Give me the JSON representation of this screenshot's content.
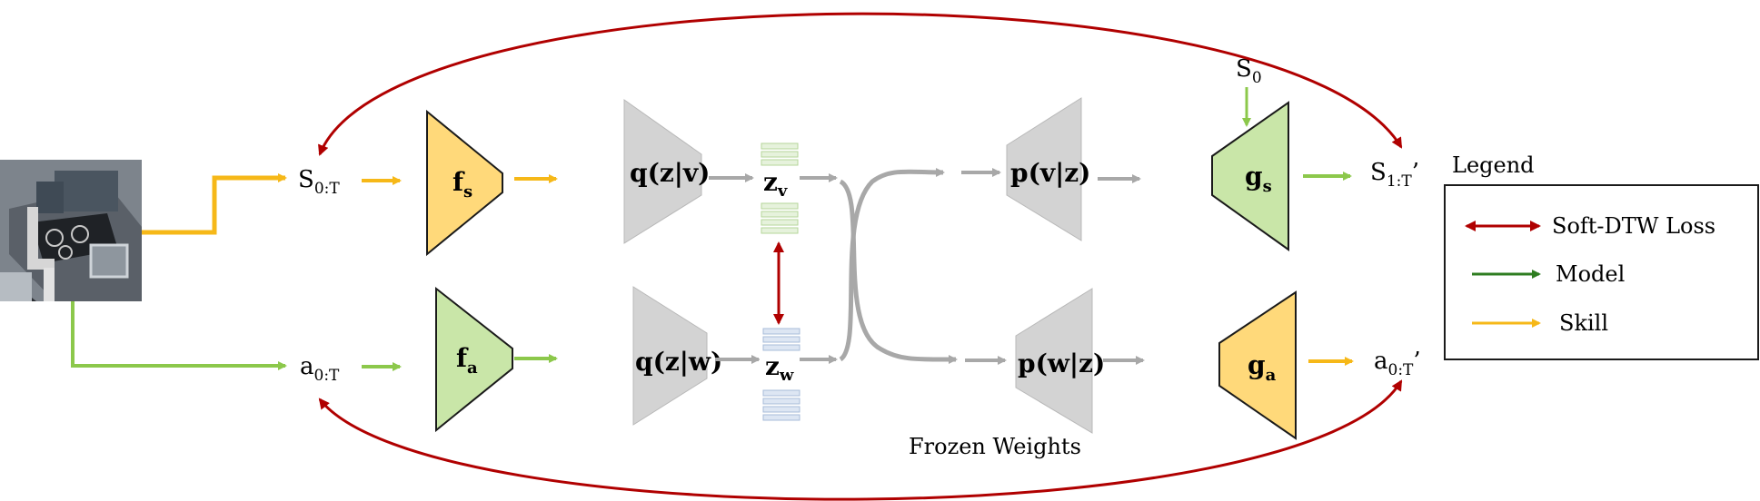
{
  "colors": {
    "skill": "#f6b818",
    "model": "#8cc84b",
    "loss": "#b00000",
    "frozen": "#a8a8a8",
    "frozen_fill": "#d3d3d3",
    "skill_block": "#ffd97a",
    "model_block": "#c9e6a8",
    "legend_model": "#2e7d20"
  },
  "inputs": {
    "state": {
      "base": "S",
      "sub": "0:T"
    },
    "action": {
      "base": "a",
      "sub": "0:T"
    },
    "state0": {
      "base": "S",
      "sub": "0"
    }
  },
  "outputs": {
    "state": {
      "base": "S",
      "sub": "1:T",
      "prime": "’"
    },
    "action": {
      "base": "a",
      "sub": "0:T",
      "prime": "’"
    }
  },
  "encoders": {
    "fs": {
      "base": "f",
      "sub": "s"
    },
    "fa": {
      "base": "f",
      "sub": "a"
    },
    "qv": {
      "label": "q(z|v)"
    },
    "qw": {
      "label": "q(z|w)"
    }
  },
  "latents": {
    "zv": {
      "base": "z",
      "sub": "v"
    },
    "zw": {
      "base": "z",
      "sub": "w"
    }
  },
  "decoders": {
    "pv": {
      "label": "p(v|z)"
    },
    "pw": {
      "label": "p(w|z)"
    },
    "gs": {
      "base": "g",
      "sub": "s"
    },
    "ga": {
      "base": "g",
      "sub": "a"
    }
  },
  "annotations": {
    "frozen": "Frozen Weights"
  },
  "legend": {
    "title": "Legend",
    "items": [
      {
        "label": "Soft-DTW Loss",
        "color": "#b00000",
        "double": true
      },
      {
        "label": "Model",
        "color": "#2e7d20",
        "double": false
      },
      {
        "label": "Skill",
        "color": "#f6b818",
        "double": false
      }
    ]
  }
}
